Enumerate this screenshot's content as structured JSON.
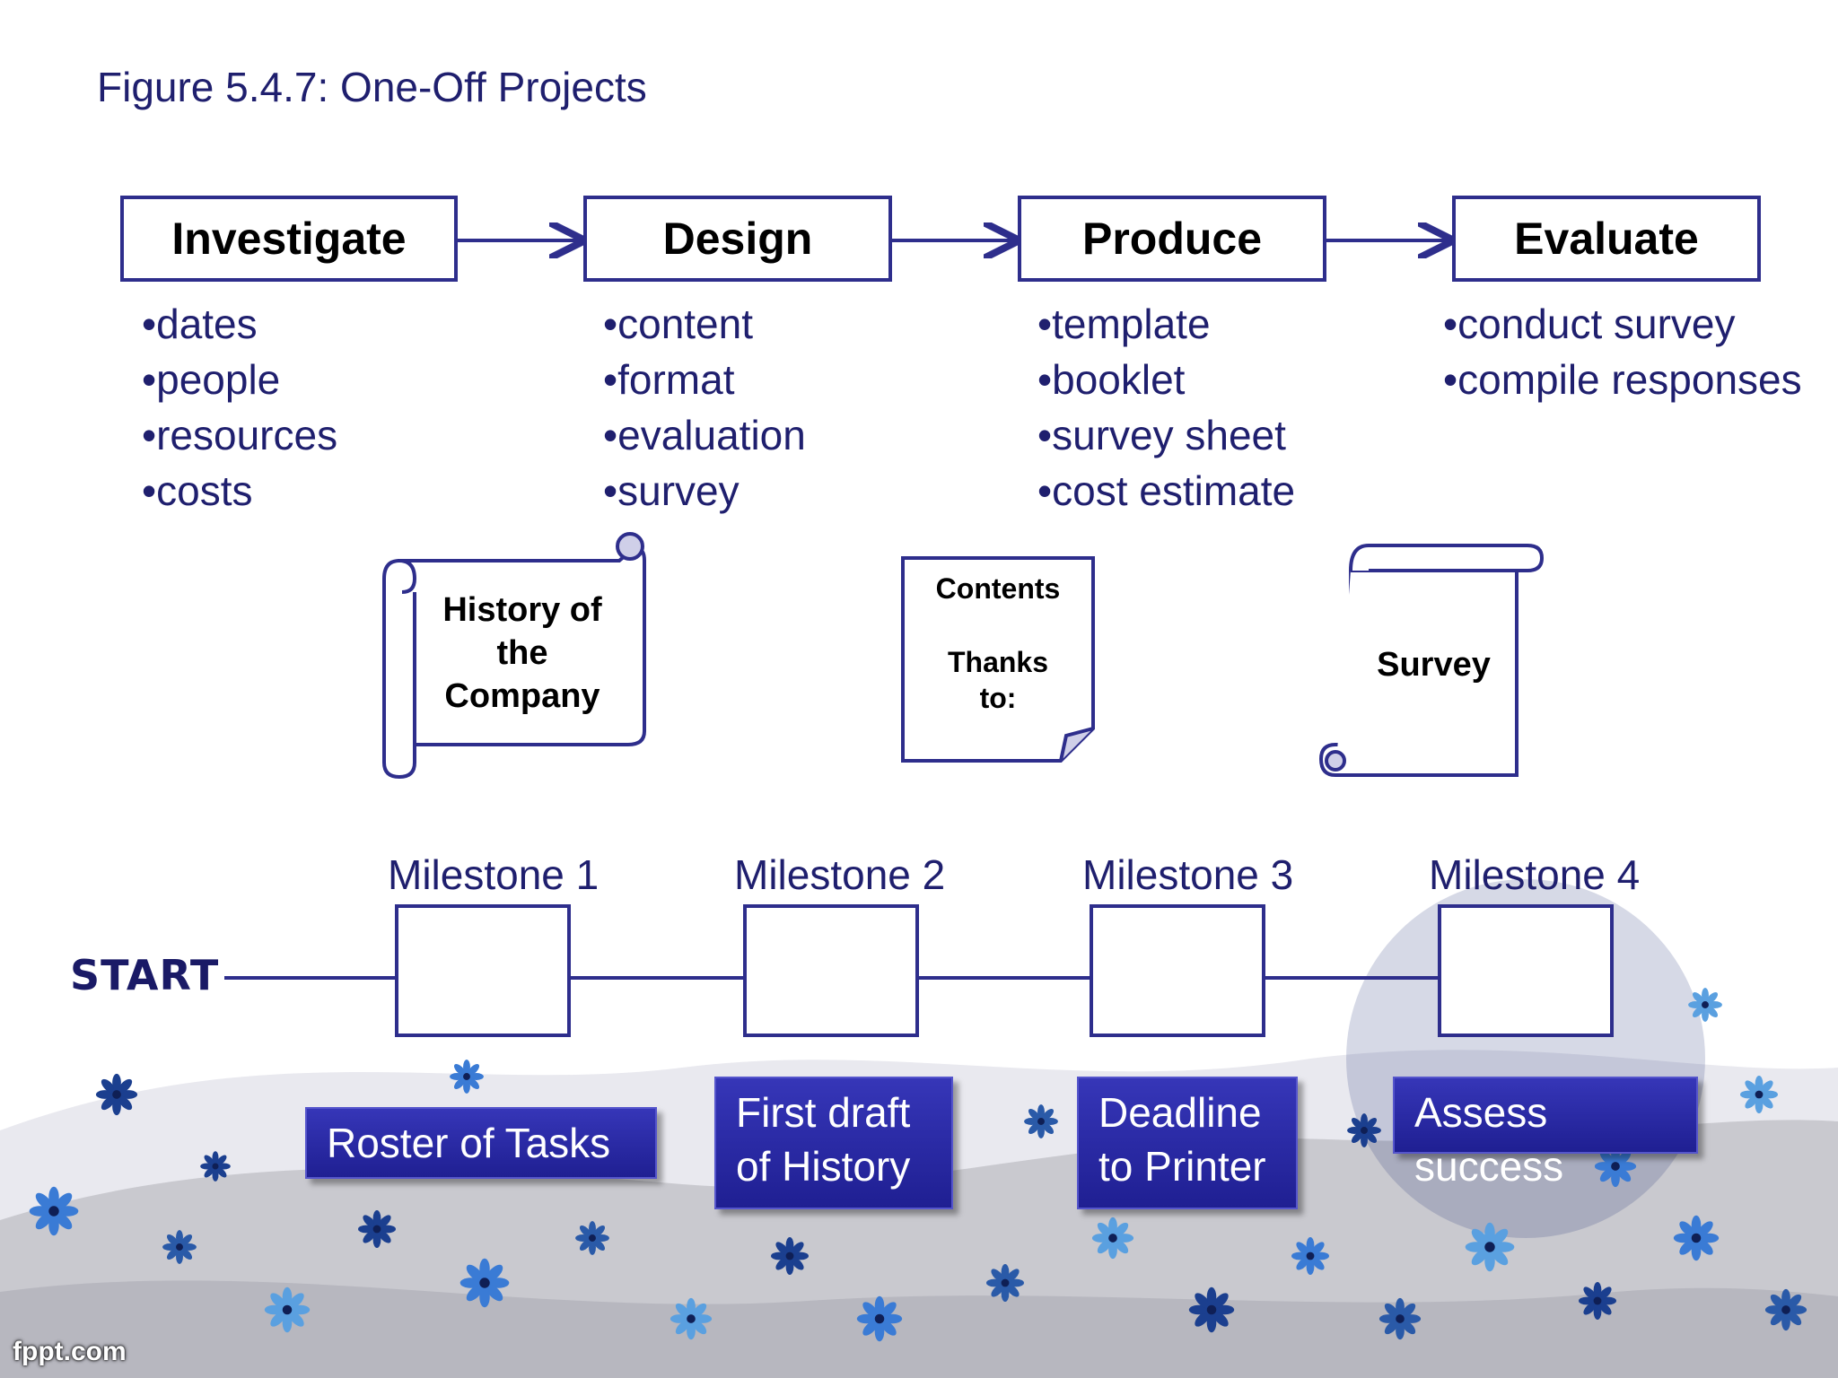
{
  "title": "Figure 5.4.7: One-Off Projects",
  "colors": {
    "accent": "#2e2e8c",
    "text": "#1f1f6e",
    "note_bg": "#2a2aa8"
  },
  "phases": [
    {
      "label": "Investigate",
      "items": [
        "dates",
        "people",
        "resources",
        "costs"
      ]
    },
    {
      "label": "Design",
      "items": [
        "content",
        "format",
        "evaluation",
        "survey"
      ]
    },
    {
      "label": "Produce",
      "items": [
        "template",
        "booklet",
        "survey sheet",
        "cost estimate"
      ]
    },
    {
      "label": "Evaluate",
      "items": [
        "conduct survey",
        "compile responses"
      ]
    }
  ],
  "documents": {
    "history_scroll": {
      "line1": "History of",
      "line2": "the",
      "line3": "Company"
    },
    "booklet_page": {
      "line1": "Contents",
      "line2": "Thanks",
      "line3": "to:"
    },
    "survey_scroll": {
      "line1": "Survey"
    }
  },
  "timeline": {
    "start_label": "START",
    "milestones": [
      {
        "label": "Milestone 1",
        "note_line1": "Roster of Tasks",
        "note_line2": ""
      },
      {
        "label": "Milestone 2",
        "note_line1": "First draft",
        "note_line2": "of History"
      },
      {
        "label": "Milestone 3",
        "note_line1": "Deadline",
        "note_line2": "to Printer"
      },
      {
        "label": "Milestone 4",
        "note_line1": "Assess success",
        "note_line2": ""
      }
    ]
  },
  "watermark": "fppt.com"
}
